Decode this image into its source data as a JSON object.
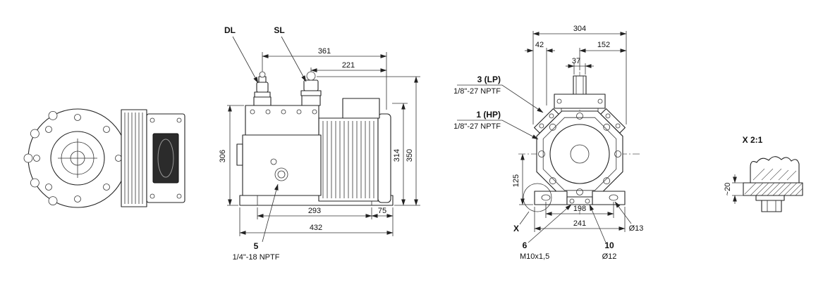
{
  "side_view": {
    "dl_label": "DL",
    "sl_label": "SL",
    "dim_361": "361",
    "dim_221": "221",
    "dim_306": "306",
    "dim_314": "314",
    "dim_350": "350",
    "dim_293": "293",
    "dim_75": "75",
    "dim_432": "432",
    "callout_5_num": "5",
    "callout_5_text": "1/4\"-18 NPTF"
  },
  "front_view": {
    "dim_304": "304",
    "dim_42": "42",
    "dim_152": "152",
    "dim_37": "37",
    "dim_125": "125",
    "dim_198": "198",
    "dim_241": "241",
    "dim_dia_13": "Ø13",
    "lp_port_num": "3 (LP)",
    "lp_port_thread": "1/8\"-27 NPTF",
    "hp_port_num": "1 (HP)",
    "hp_port_thread": "1/8\"-27 NPTF",
    "detail_marker": "X",
    "callout_6_num": "6",
    "callout_6_text": "M10x1,5",
    "callout_10_num": "10",
    "callout_10_dia": "Ø12"
  },
  "detail_view": {
    "title": "X 2:1",
    "dim_20": "~20"
  }
}
